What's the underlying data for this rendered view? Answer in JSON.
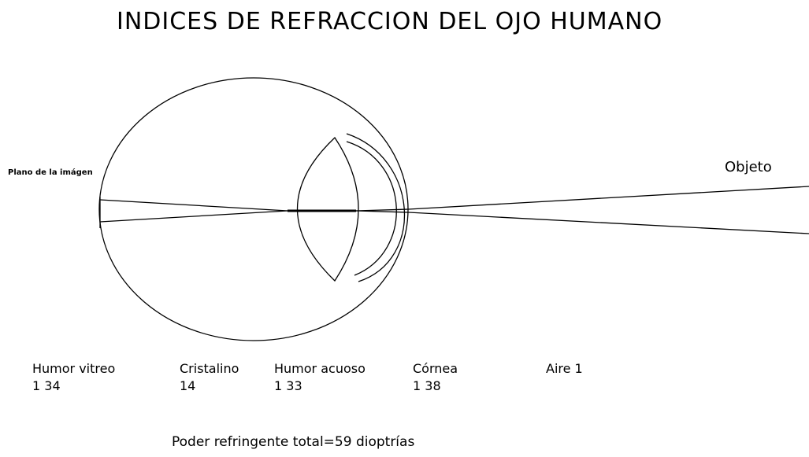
{
  "title": "INDICES DE REFRACCION DEL OJO HUMANO",
  "labels": {
    "image_plane": "Plano de la imágen",
    "object": "Objeto"
  },
  "media": [
    {
      "name": "Humor vitreo",
      "index": "1 34"
    },
    {
      "name": "Cristalino",
      "index": "14"
    },
    {
      "name": "Humor acuoso",
      "index": "1 33"
    },
    {
      "name": "Córnea",
      "index": "1 38"
    },
    {
      "name": "Aire 1",
      "index": ""
    }
  ],
  "summary": "Poder refringente total=59 dioptrías",
  "colors": {
    "line": "#000000",
    "background": "#ffffff"
  }
}
